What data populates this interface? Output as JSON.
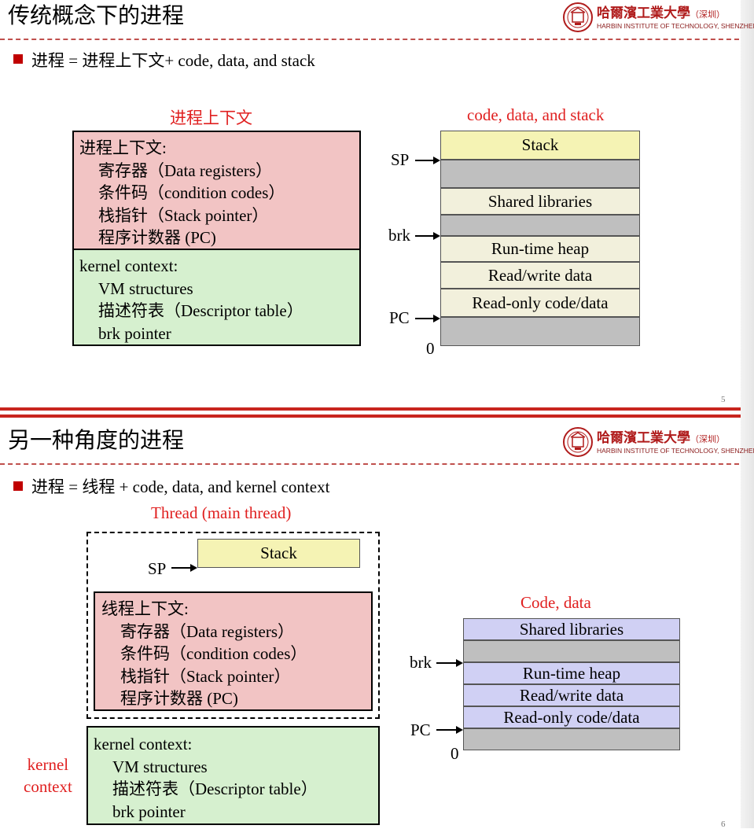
{
  "slide1": {
    "title": "传统概念下的进程",
    "logo": {
      "cn_name": "哈爾濱工業大學",
      "cn_campus": "（深圳）",
      "en_name": "HARBIN INSTITUTE OF TECHNOLOGY, SHENZHEN"
    },
    "bullet": "进程 = 进程上下文+ code, data, and stack",
    "left_label": "进程上下文",
    "right_label": "code, data, and stack",
    "process_context": {
      "heading": "进程上下文:",
      "items": [
        "寄存器（Data registers）",
        "条件码（condition codes）",
        "栈指针（Stack pointer）",
        "程序计数器 (PC)"
      ]
    },
    "kernel_context": {
      "heading": "kernel context:",
      "items": [
        "VM structures",
        "描述符表（Descriptor table）",
        "brk pointer"
      ]
    },
    "memory": [
      "Stack",
      "",
      "Shared libraries",
      "",
      "Run-time heap",
      "Read/write data",
      "Read-only code/data",
      ""
    ],
    "pointers": [
      "SP",
      "brk",
      "PC"
    ],
    "zero": "0",
    "page_number": "5"
  },
  "slide2": {
    "title": "另一种角度的进程",
    "logo": {
      "cn_name": "哈爾濱工業大學",
      "cn_campus": "（深圳）",
      "en_name": "HARBIN INSTITUTE OF TECHNOLOGY, SHENZHEN"
    },
    "bullet": "进程 = 线程 + code, data, and kernel context",
    "thread_label": "Thread (main thread)",
    "stack_label": "Stack",
    "sp_label": "SP",
    "thread_context": {
      "heading": "线程上下文:",
      "items": [
        "寄存器（Data registers）",
        "条件码（condition codes）",
        "栈指针（Stack pointer）",
        "程序计数器 (PC)"
      ]
    },
    "kernel_side_label": [
      "kernel",
      "context"
    ],
    "kernel_context": {
      "heading": "kernel context:",
      "items": [
        "VM structures",
        "描述符表（Descriptor table）",
        "brk pointer"
      ]
    },
    "code_data_label": "Code, data",
    "memory": [
      "Shared libraries",
      "",
      "Run-time heap",
      "Read/write data",
      "Read-only code/data",
      ""
    ],
    "pointers": [
      "brk",
      "PC"
    ],
    "zero": "0",
    "page_number": "6"
  },
  "colors": {
    "accent_red": "#e02020",
    "pink_box": "#f2c4c4",
    "green_box": "#d6f0cf",
    "gray_cell": "#bfbfbf",
    "beige_cell": "#f2f0dc",
    "yellow_cell": "#f5f3b4",
    "lavender_cell": "#d0d0f4",
    "divider": "#c8251e"
  }
}
